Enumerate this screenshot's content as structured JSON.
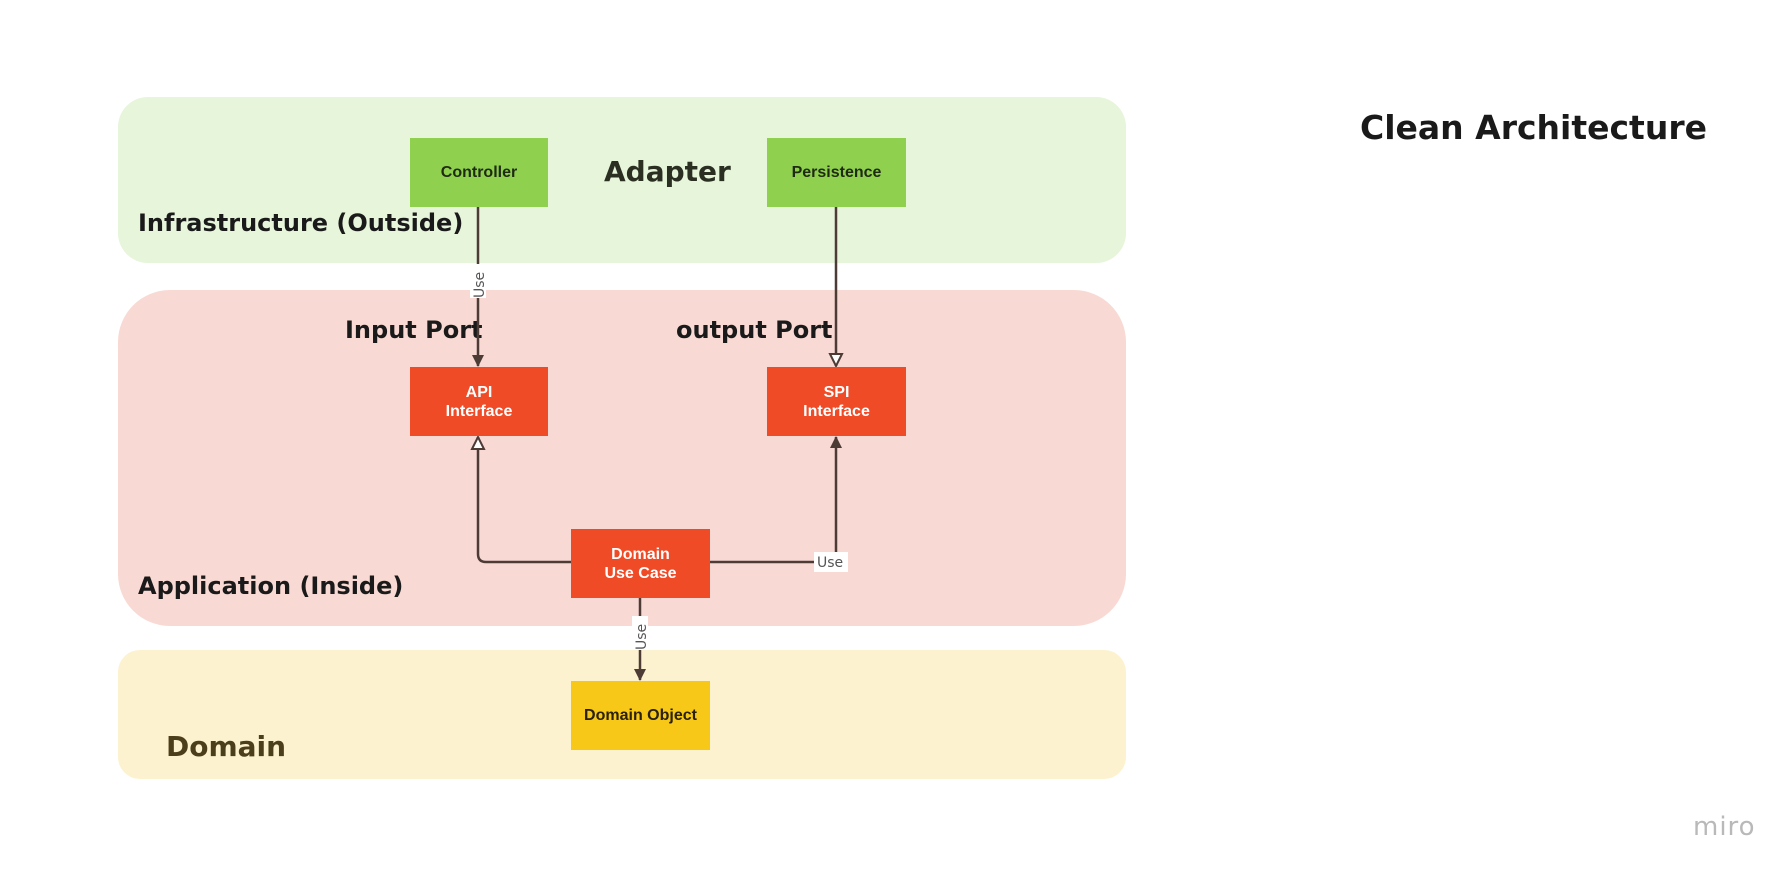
{
  "title": "Clean Architecture",
  "zones": {
    "infrastructure": "Infrastructure (Outside)",
    "adapter": "Adapter",
    "application": "Application (Inside)",
    "input_port": "Input Port",
    "output_port": "output Port",
    "domain": "Domain"
  },
  "nodes": {
    "controller": "Controller",
    "persistence": "Persistence",
    "api_line1": "API",
    "api_line2": "Interface",
    "spi_line1": "SPI",
    "spi_line2": "Interface",
    "usecase_line1": "Domain",
    "usecase_line2": "Use Case",
    "domain_object": "Domain Object"
  },
  "edges": {
    "controller_to_api": "Use",
    "usecase_to_spi": "Use",
    "usecase_to_domain_object": "Use"
  },
  "watermark": "miro",
  "colors": {
    "infrastructure_zone": "#e7f5db",
    "application_zone": "#f9d9d3",
    "domain_zone": "#fdf2cf",
    "adapter_box": "#8fd14f",
    "port_box": "#f04b27",
    "domain_box": "#f7c817",
    "connector": "#4d3b36"
  }
}
